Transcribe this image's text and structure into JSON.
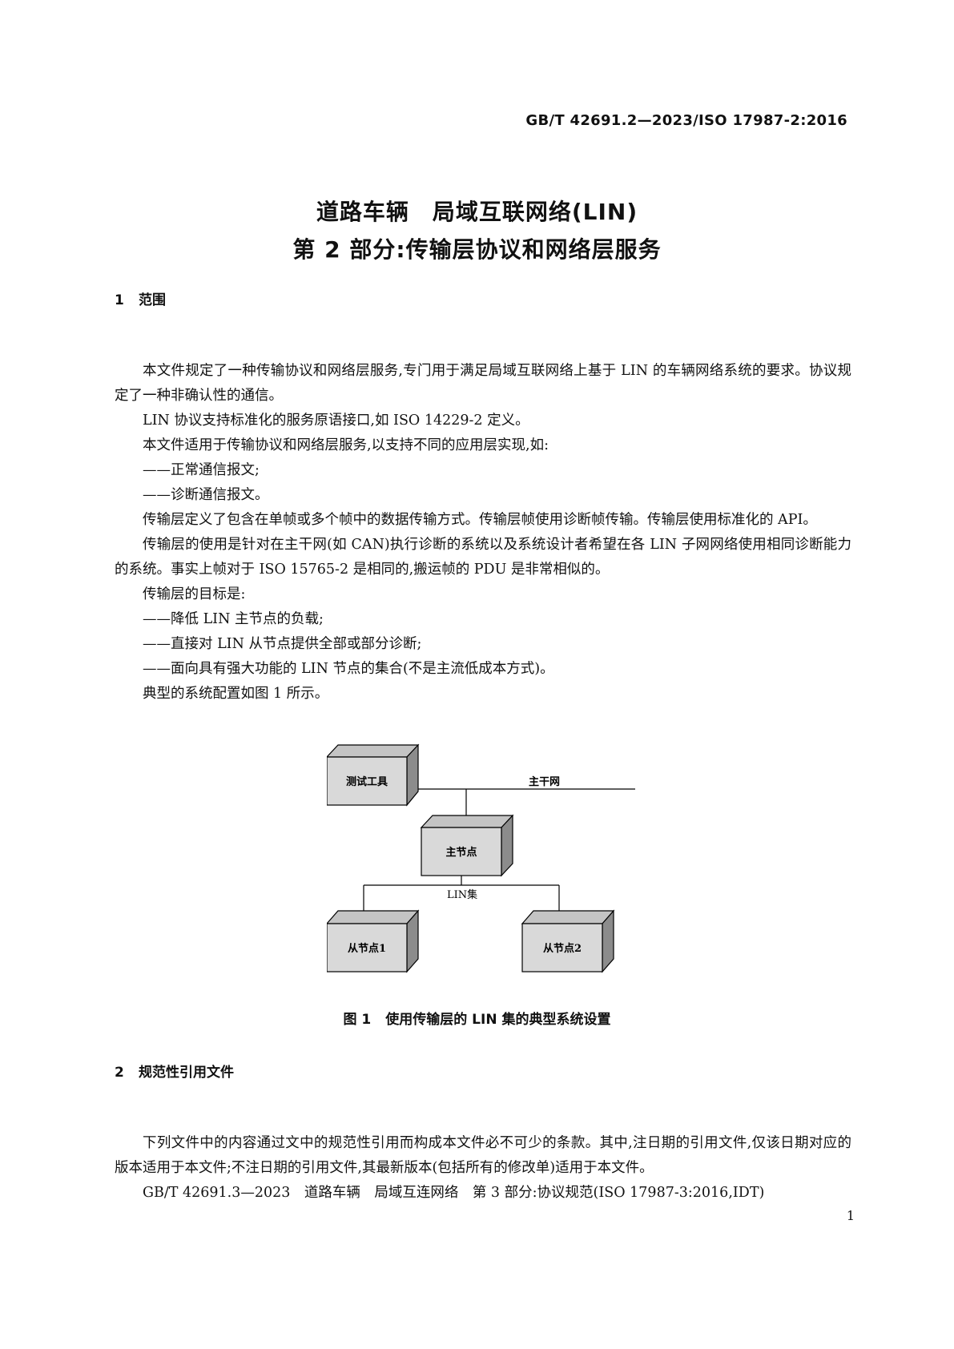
{
  "header": {
    "doc_code": "GB/T 42691.2—2023/ISO 17987-2:2016"
  },
  "title": {
    "line1": "道路车辆　局域互联网络(LIN)",
    "line2": "第 2 部分:传输层协议和网络层服务"
  },
  "section1": {
    "number": "1",
    "heading": "范围",
    "paragraphs": [
      "本文件规定了一种传输协议和网络层服务,专门用于满足局域互联网络上基于 LIN 的车辆网络系统的要求。协议规定了一种非确认性的通信。",
      "LIN 协议支持标准化的服务原语接口,如 ISO 14229-2 定义。",
      "本文件适用于传输协议和网络层服务,以支持不同的应用层实现,如:",
      "——正常通信报文;",
      "——诊断通信报文。",
      "传输层定义了包含在单帧或多个帧中的数据传输方式。传输层帧使用诊断帧传输。传输层使用标准化的 API。",
      "传输层的使用是针对在主干网(如 CAN)执行诊断的系统以及系统设计者希望在各 LIN 子网网络使用相同诊断能力的系统。事实上帧对于 ISO 15765-2 是相同的,搬运帧的 PDU 是非常相似的。",
      "传输层的目标是:",
      "——降低 LIN 主节点的负载;",
      "——直接对 LIN 从节点提供全部或部分诊断;",
      "——面向具有强大功能的 LIN 节点的集合(不是主流低成本方式)。",
      "典型的系统配置如图 1 所示。"
    ]
  },
  "figure1": {
    "boxes": {
      "test_tool": "测试工具",
      "master_node": "主节点",
      "slave1": "从节点1",
      "slave2": "从节点2"
    },
    "backbone_label": "主干网",
    "lin_cluster_label": "LIN集",
    "caption_number": "图 1",
    "caption_text": "使用传输层的 LIN 集的典型系统设置",
    "box_face_color": "#d9d9d9",
    "box_top_color": "#c4c4c4",
    "box_side_color": "#8c8c8c"
  },
  "section2": {
    "number": "2",
    "heading": "规范性引用文件",
    "paragraphs": [
      "下列文件中的内容通过文中的规范性引用而构成本文件必不可少的条款。其中,注日期的引用文件,仅该日期对应的版本适用于本文件;不注日期的引用文件,其最新版本(包括所有的修改单)适用于本文件。"
    ],
    "reference": "GB/T 42691.3—2023　道路车辆　局域互连网络　第 3 部分:协议规范(ISO 17987-3:2016,IDT)"
  },
  "page_number": "1"
}
